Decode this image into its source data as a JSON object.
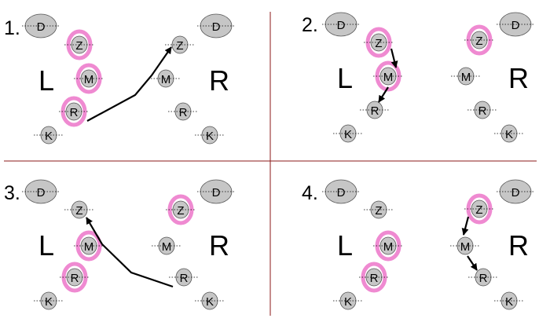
{
  "colors": {
    "divider": "#8b1a1a",
    "node_fill": "#c6c6c6",
    "node_stroke": "#555555",
    "highlight": "#ef8ad1",
    "arrow": "#000000"
  },
  "panels": [
    {
      "number": "1.",
      "left_label": "L",
      "right_label": "R",
      "nodes": [
        {
          "label": "D"
        },
        {
          "label": "Z"
        },
        {
          "label": "M"
        },
        {
          "label": "R"
        },
        {
          "label": "K"
        },
        {
          "label": "D"
        },
        {
          "label": "Z"
        },
        {
          "label": "M"
        },
        {
          "label": "R"
        },
        {
          "label": "K"
        }
      ],
      "highlighted": [
        "left-Z",
        "left-M",
        "left-R"
      ]
    },
    {
      "number": "2.",
      "left_label": "L",
      "right_label": "R",
      "nodes": [
        {
          "label": "D"
        },
        {
          "label": "Z"
        },
        {
          "label": "M"
        },
        {
          "label": "R"
        },
        {
          "label": "K"
        },
        {
          "label": "D"
        },
        {
          "label": "Z"
        },
        {
          "label": "M"
        },
        {
          "label": "R"
        },
        {
          "label": "K"
        }
      ],
      "highlighted": [
        "left-Z",
        "left-M",
        "right-Z"
      ]
    },
    {
      "number": "3.",
      "left_label": "L",
      "right_label": "R",
      "nodes": [
        {
          "label": "D"
        },
        {
          "label": "Z"
        },
        {
          "label": "M"
        },
        {
          "label": "R"
        },
        {
          "label": "K"
        },
        {
          "label": "D"
        },
        {
          "label": "Z"
        },
        {
          "label": "M"
        },
        {
          "label": "R"
        },
        {
          "label": "K"
        }
      ],
      "highlighted": [
        "left-M",
        "left-R",
        "right-Z"
      ]
    },
    {
      "number": "4.",
      "left_label": "L",
      "right_label": "R",
      "nodes": [
        {
          "label": "D"
        },
        {
          "label": "Z"
        },
        {
          "label": "M"
        },
        {
          "label": "R"
        },
        {
          "label": "K"
        },
        {
          "label": "D"
        },
        {
          "label": "Z"
        },
        {
          "label": "M"
        },
        {
          "label": "R"
        },
        {
          "label": "K"
        }
      ],
      "highlighted": [
        "left-M",
        "left-R",
        "right-Z"
      ]
    }
  ]
}
